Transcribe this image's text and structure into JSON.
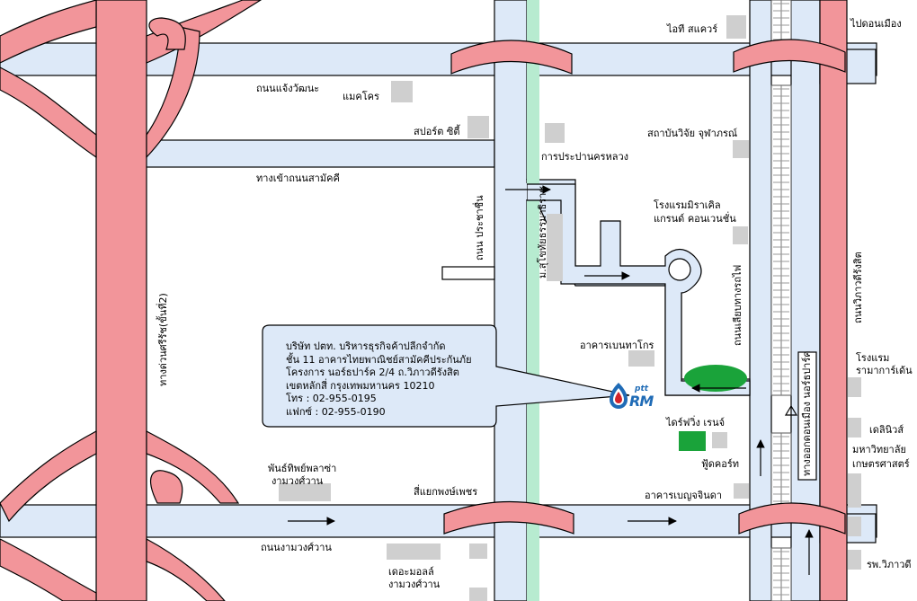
{
  "company": {
    "lines": [
      "บริษัท ปตท. บริหารธุรกิจค้าปลีกจำกัด",
      "ชั้น 11 อาคารไทยพาณิชย์สามัคคีประกันภัย",
      "โครงการ นอร์ธปาร์ค 2/4 ถ.วิภาวดีรังสิต",
      "เขตหลักสี่ กรุงเทพมหานคร 10210",
      "โทร : 02-955-0195",
      "แฟกซ์ : 02-955-0190"
    ]
  },
  "logo": {
    "brand_small": "ptt",
    "brand_large": "RM",
    "color": "#1f6bb6",
    "drop_color": "#d3242a"
  },
  "labels": {
    "it_square": "ไอที สแควร์",
    "to_don_mueang": "ไปดอนเมือง",
    "chaeng_watthana_rd": "ถนนแจ้งวัฒนะ",
    "makro": "แมคโคร",
    "sport_city": "สปอร์ต ซิตี้",
    "chulabhorn_institute": "สถาบันวิจัย จุฬาภรณ์",
    "mwa": "การประปานครหลวง",
    "samakkhi_entrance": "ทางเข้าถนนสามัคคี",
    "miracle_hotel_1": "โรงแรมมิราเคิล",
    "miracle_hotel_2": "แกรนด์ คอนเวนชั่น",
    "prachachuen_rd": "ถนน ประชาชื่น",
    "sukhothai_thammathirat": "ม.สุโขทัยธรรมาธิราช",
    "railway_side_rd": "ถนนเลียบทางรถไฟ",
    "vibhavadi_rd": "ถนนวิภาวดีรังสิต",
    "srirat_expressway": "ทางด่วนศรีรัช(ขั้นที่2)",
    "benta_kosa_bldg": "อาคารเบนทาโกร",
    "rama_gardens_1": "โรงแรม",
    "rama_gardens_2": "รามาการ์เด้น",
    "northpark_exit": "ทางออกดอนเมือง นอร์ธปาร์ค",
    "delinews": "เดลินิวส์",
    "kasetsart_1": "มหาวิทยาลัย",
    "kasetsart_2": "เกษตรศาสตร์",
    "driving_range": "ไดร์ฟวิ่ง เรนจ์",
    "food_court": "ฟู้ดคอร์ท",
    "benchachinda": "อาคารเบญจจินดา",
    "pantip_plaza_1": "พันธ์ทิพย์พลาซ่า",
    "pantip_plaza_2": "งามวงศ์วาน",
    "sikak_phong_phet": "สี่แยกพงษ์เพชร",
    "ngamwongwan_rd": "ถนนงามวงศ์วาน",
    "the_mall_1": "เดอะมอลล์",
    "the_mall_2": "งามวงศ์วาน",
    "phyathai_vibhavadi": "รพ.วิภาวดี"
  },
  "colors": {
    "road": "#dde9f8",
    "expressway": "#f2959a",
    "rail_green": "#b7ebd0",
    "building": "#cfcfcf",
    "park_green": "#1aa33a"
  }
}
